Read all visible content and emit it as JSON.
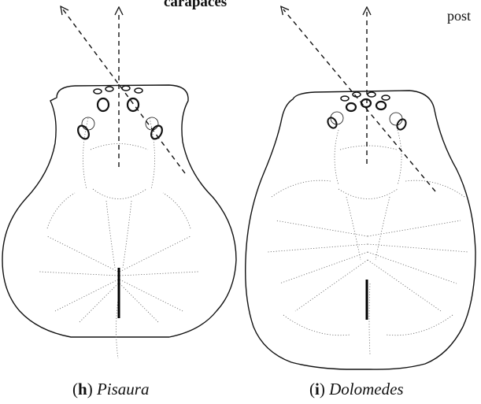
{
  "header_text": "carapaces",
  "right_text": "post",
  "panels": [
    {
      "letter": "h",
      "genus": "Pisaura"
    },
    {
      "letter": "i",
      "genus": "Dolomedes"
    }
  ]
}
